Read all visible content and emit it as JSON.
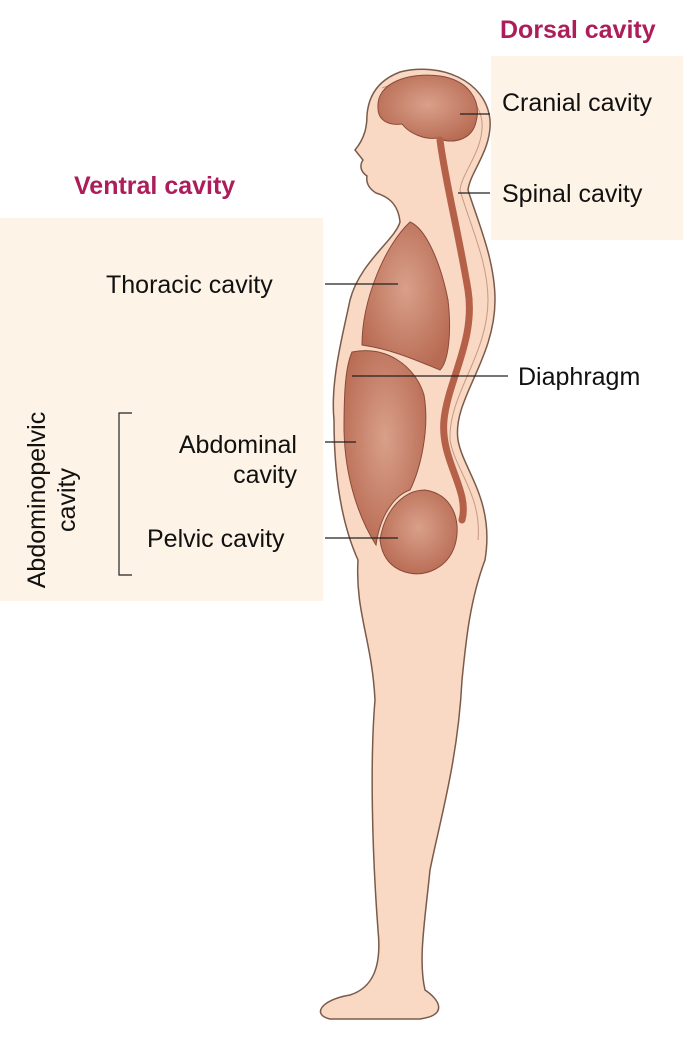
{
  "titles": {
    "dorsal": "Dorsal cavity",
    "ventral": "Ventral cavity"
  },
  "labels": {
    "cranial": "Cranial cavity",
    "spinal": "Spinal cavity",
    "thoracic": "Thoracic cavity",
    "diaphragm": "Diaphragm",
    "abdominopelvic_line1": "Abdominopelvic",
    "abdominopelvic_line2": "cavity",
    "abdominal_line1": "Abdominal",
    "abdominal_line2": "cavity",
    "pelvic": "Pelvic cavity"
  },
  "colors": {
    "title": "#ad1d5a",
    "panel": "#fdf3e6",
    "skin": "#f9d9c3",
    "organ": "#bf7760"
  }
}
